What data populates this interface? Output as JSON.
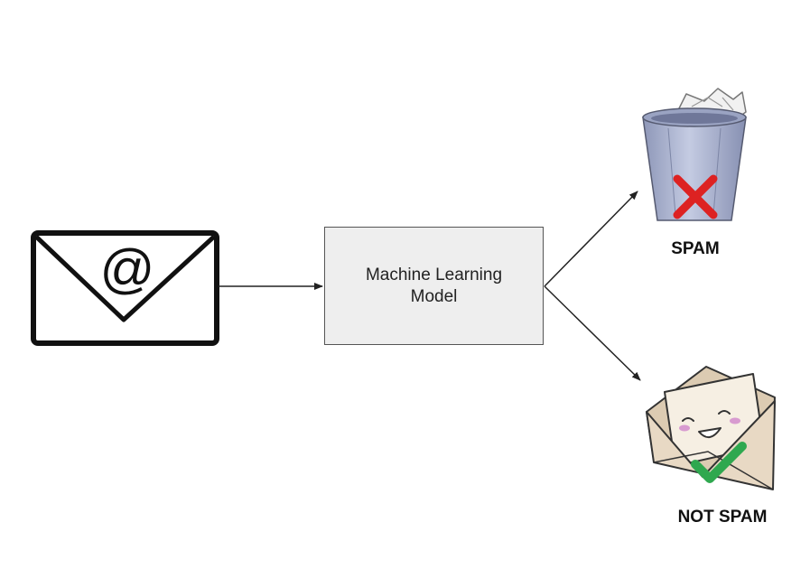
{
  "diagram": {
    "email_symbol": "@",
    "model": {
      "line1": "Machine Learning",
      "line2": "Model"
    },
    "outputs": {
      "spam": "SPAM",
      "not_spam": "NOT SPAM"
    },
    "colors": {
      "box_fill": "#eeeeee",
      "box_border": "#555555",
      "trash_body": "#aab3d0",
      "cross_red": "#dd2222",
      "envelope_fill": "#e8d9c4",
      "check_green": "#2fa84f",
      "arrow": "#222222"
    },
    "icons": [
      "email-icon",
      "trash-can-icon",
      "red-x-icon",
      "happy-envelope-icon",
      "check-mark-icon"
    ]
  }
}
